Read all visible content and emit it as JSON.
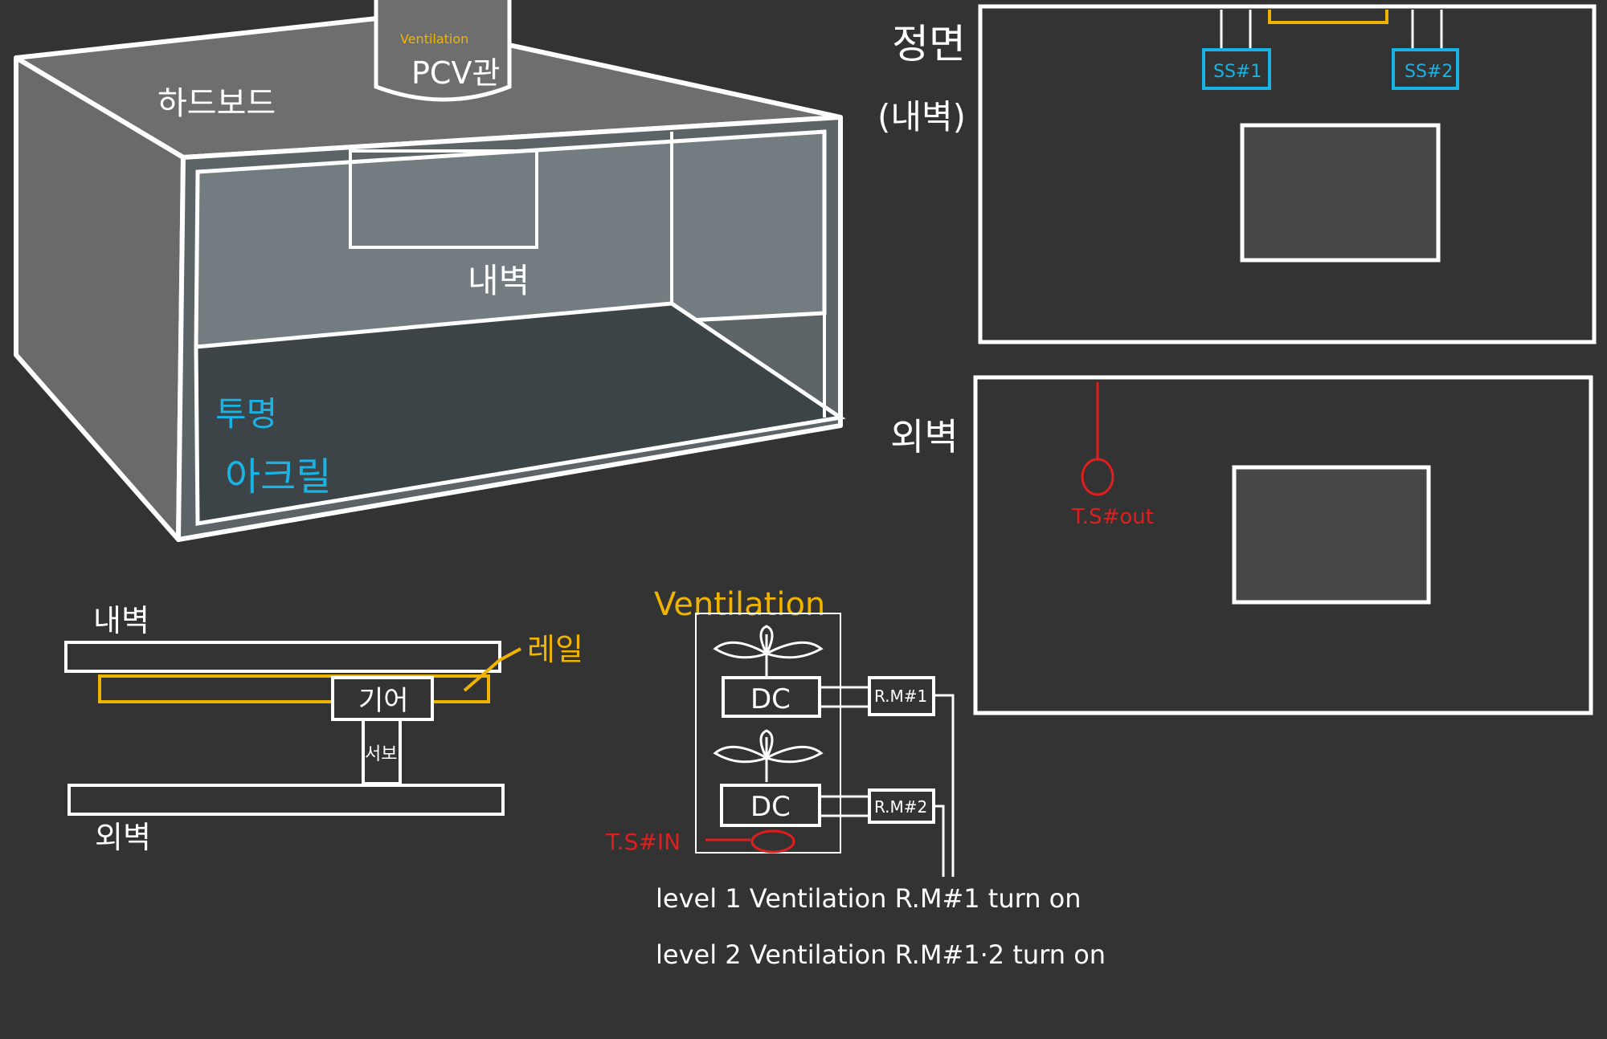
{
  "colors": {
    "background": "#333333",
    "line": "#ffffff",
    "accent_yellow": "#f0b400",
    "accent_cyan": "#19b4e6",
    "accent_red": "#e01e1e"
  },
  "box3d": {
    "cardboard_label": "하드보드",
    "pipe_small_label": "Ventilation",
    "pipe_label": "PCV관",
    "inner_wall_label": "내벽",
    "acrylic_line1": "투명",
    "acrylic_line2": "아크릴"
  },
  "front_view": {
    "title": "정면",
    "subtitle": "(내벽)",
    "sensor1": "SS#1",
    "sensor2": "SS#2"
  },
  "outer_view": {
    "title": "외벽",
    "temp_sensor": "T.S#out"
  },
  "rail_diagram": {
    "inner_wall": "내벽",
    "rail": "레일",
    "gear": "기어",
    "servo": "서보",
    "outer_wall": "외벽"
  },
  "ventilation": {
    "title": "Ventilation",
    "motor1": "DC",
    "motor2": "DC",
    "relay1": "R.M#1",
    "relay2": "R.M#2",
    "temp_sensor": "T.S#IN",
    "note1": "level 1  Ventilation   R.M#1  turn on",
    "note2": "level 2  Ventilation   R.M#1·2  turn on"
  }
}
